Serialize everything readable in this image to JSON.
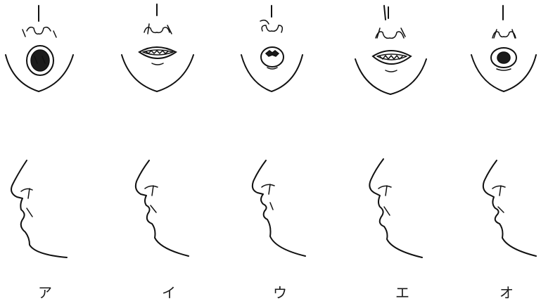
{
  "figure": {
    "vowels": [
      {
        "kana": "ア",
        "mouth": "wide-open"
      },
      {
        "kana": "イ",
        "mouth": "spread"
      },
      {
        "kana": "ウ",
        "mouth": "rounded-small"
      },
      {
        "kana": "エ",
        "mouth": "half-spread"
      },
      {
        "kana": "オ",
        "mouth": "rounded-open"
      }
    ]
  }
}
